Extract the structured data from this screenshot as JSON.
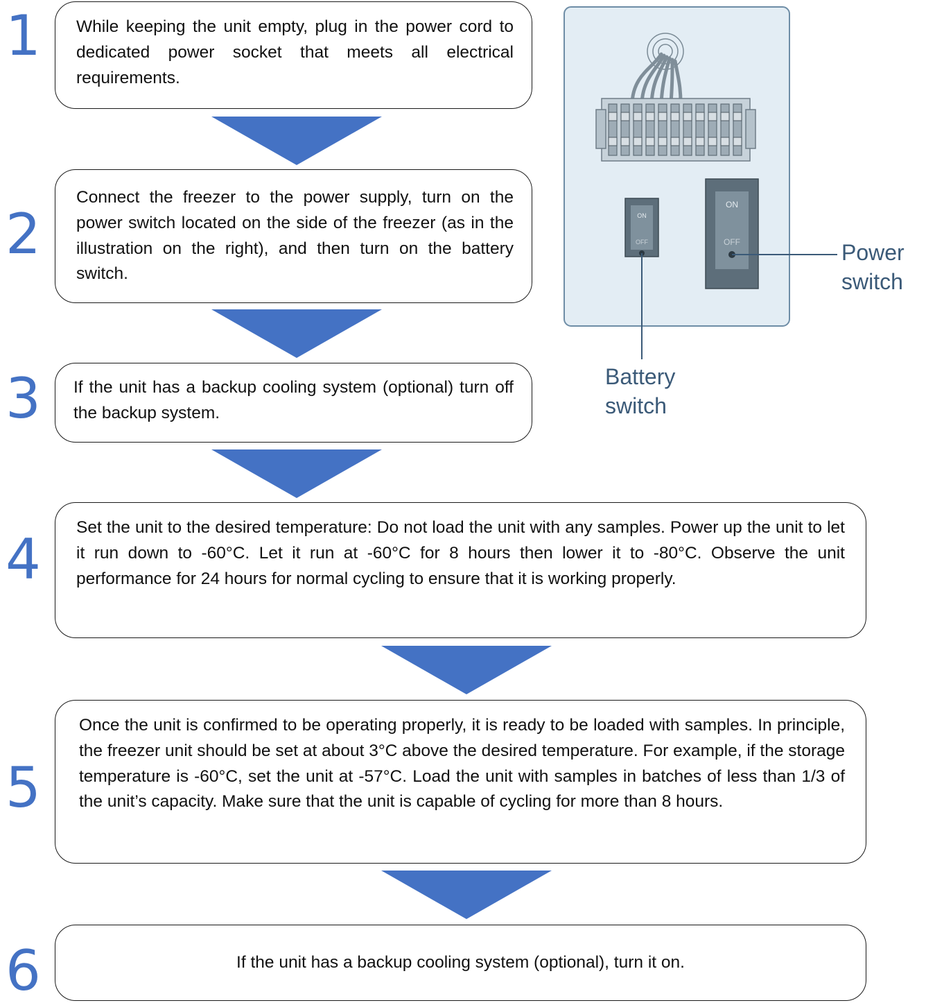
{
  "steps": [
    {
      "number": "1",
      "text": "While keeping the unit empty, plug in the power cord to dedicated power socket that meets all electrical requirements."
    },
    {
      "number": "2",
      "text": "Connect the freezer to the power supply, turn on the power switch located on the side of the freezer (as in the illustration on the right), and then turn on the battery switch."
    },
    {
      "number": "3",
      "text": "If the unit has a backup cooling system (optional) turn off the backup system."
    },
    {
      "number": "4",
      "text": "Set the unit to the desired temperature: Do not load the unit with any samples. Power up the unit to let it run down to -60°C. Let it run at -60°C for 8 hours then lower it to -80°C. Observe the unit performance for 24 hours for normal cycling to ensure that it is working properly."
    },
    {
      "number": "5",
      "text": "Once the unit is confirmed to be operating properly, it is ready to be loaded with samples. In principle, the freezer unit should be set at about 3°C above the desired temperature. For example, if the storage temperature is -60°C, set the unit at -57°C. Load the unit with samples in batches of less than 1/3 of the unit’s capacity. Make sure that the unit is capable of cycling for more than 8 hours."
    },
    {
      "number": "6",
      "text": "If the unit has a backup cooling system (optional), turn it on."
    }
  ],
  "illustration": {
    "battery_switch_on": "ON",
    "battery_switch_off": "OFF",
    "power_switch_on": "ON",
    "power_switch_off": "OFF",
    "power_label_line1": "Power",
    "power_label_line2": "switch",
    "battery_label_line1": "Battery",
    "battery_label_line2": "switch"
  },
  "colors": {
    "accent": "#4472c4",
    "panel_bg": "#e3edf4",
    "panel_border": "#6e8da6",
    "callout_text": "#3b5a78"
  }
}
